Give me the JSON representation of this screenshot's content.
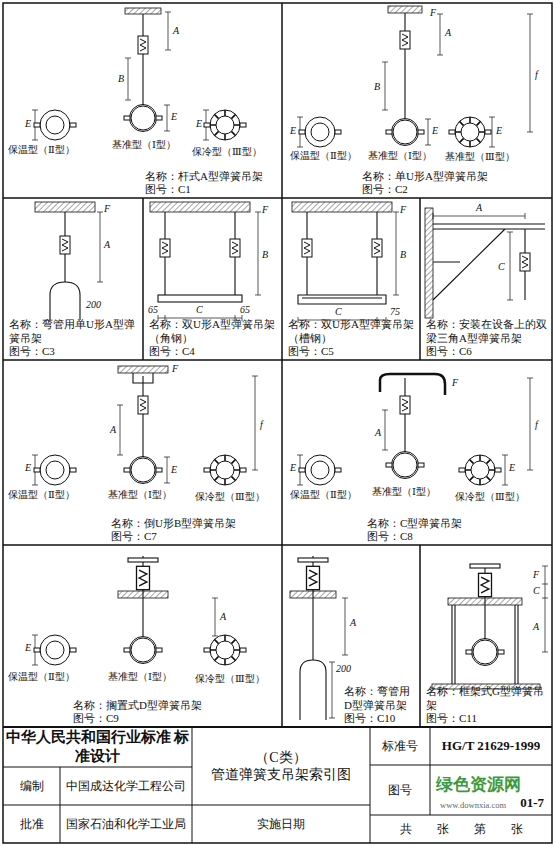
{
  "diagram": {
    "nodes": [
      {
        "text": [
          "名称：杆式A型弹簧吊架",
          "图号：C1"
        ]
      },
      {
        "text": [
          "名称：单U形A型弹簧吊架",
          "图号：C2"
        ]
      },
      {
        "text": [
          "名称：弯管用单U形A型弹簧吊架",
          "图号：C3"
        ]
      },
      {
        "text": [
          "名称：双U形A型弹簧吊架（角钢）",
          "图号：C4"
        ]
      },
      {
        "text": [
          "名称：双U形A型弹簧吊架（槽钢）",
          "图号：C5"
        ]
      },
      {
        "text": [
          "名称：安装在设备上的双梁三角A型弹簧吊架",
          "图号：C6"
        ]
      },
      {
        "text": [
          "名称：倒U形B型弹簧吊架",
          "图号：C7"
        ]
      },
      {
        "text": [
          "名称：C型弹簧吊架",
          "图号：C8"
        ]
      },
      {
        "text": [
          "名称：搁置式D型弹簧吊架",
          "图号：C9"
        ]
      },
      {
        "text": [
          "名称：弯管用D型弹簧吊架",
          "图号：C10"
        ]
      },
      {
        "text": [
          "名称：框架式G型弹簧吊架",
          "图号：C11"
        ]
      },
      {
        "text": [
          "中华人民共和国行业标准 标准设计"
        ]
      },
      {
        "text": [
          "（C类） 管道弹簧支吊架索引图"
        ]
      },
      {
        "text": [
          "标准号"
        ]
      },
      {
        "text": [
          "HG/T 21629-1999"
        ]
      },
      {
        "text": [
          "编制"
        ]
      },
      {
        "text": [
          "中国成达化学工程公司"
        ]
      },
      {
        "text": [
          "批准"
        ]
      },
      {
        "text": [
          "国家石油和化学工业局"
        ]
      },
      {
        "text": [
          "实施日期"
        ]
      },
      {
        "text": [
          "图号"
        ]
      },
      {
        "text": [
          "01-7"
        ]
      },
      {
        "text": [
          "共 张 第 张"
        ]
      }
    ],
    "labels": [
      "A",
      "B",
      "E",
      "E",
      "E",
      "保温型（Ⅱ型）",
      "基准型（Ⅰ型）",
      "保冷型（Ⅲ型）",
      "F",
      "A",
      "B",
      "f",
      "E",
      "E",
      "E",
      "保温型（Ⅱ型）",
      "基准型（Ⅰ型）",
      "基准型（Ⅲ型）",
      "F",
      "A",
      "200",
      "F",
      "B",
      "65",
      "C",
      "65",
      "F",
      "B",
      "C",
      "75",
      "A",
      "C",
      "F",
      "A",
      "f",
      "E",
      "E",
      "保温型（Ⅱ型）",
      "基准型（Ⅰ型）",
      "保冷型（Ⅲ型）",
      "F",
      "A",
      "f",
      "E",
      "E",
      "保温型（Ⅱ型）",
      "基准型（Ⅰ型）",
      "保冷型（Ⅲ型）",
      "A",
      "E",
      "保温型（Ⅱ型）",
      "基准型（Ⅰ型）",
      "保冷型（Ⅲ型）",
      "A",
      "200",
      "F",
      "C",
      "A",
      "绿色资源网",
      "www.downxia.com"
    ]
  }
}
